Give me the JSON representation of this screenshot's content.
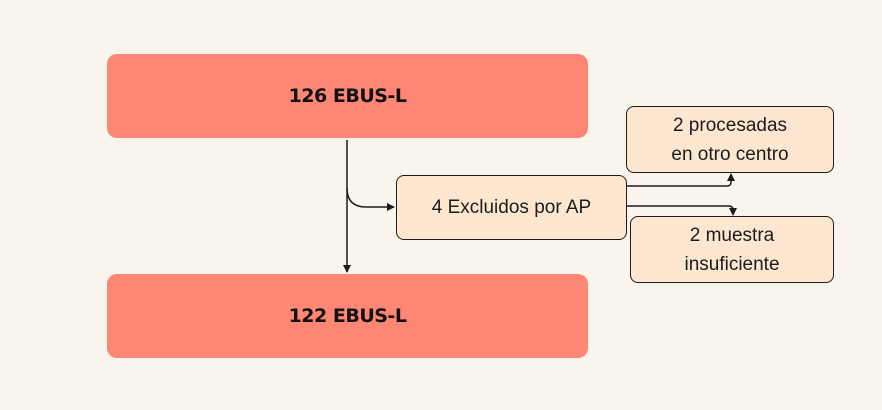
{
  "flowchart": {
    "top_box": {
      "label": "126 EBUS-L"
    },
    "bottom_box": {
      "label": "122 EBUS-L"
    },
    "excluded_box": {
      "label": "4 Excluidos por AP"
    },
    "processed_box": {
      "label": "2 procesadas\nen otro centro"
    },
    "insufficient_box": {
      "label": "2 muestra\ninsuficiente"
    }
  },
  "colors": {
    "main_box_fill": "#fe8674",
    "side_box_fill": "#fde7d1",
    "background": "#f9f4ec",
    "line": "#1c1c1c"
  }
}
